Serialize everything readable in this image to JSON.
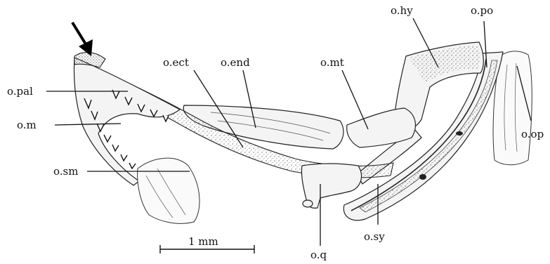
{
  "labels": {
    "o_pal": "o.pal",
    "o_m": "o.m",
    "o_sm": "o.sm",
    "o_ect": "o.ect",
    "o_end": "o.end",
    "o_mt": "o.mt",
    "o_hy": "o.hy",
    "o_po": "o.po",
    "o_op": "o.op",
    "o_q": "o.q",
    "o_sy": "o.sy"
  },
  "scale_bar": {
    "label": "1 mm"
  }
}
